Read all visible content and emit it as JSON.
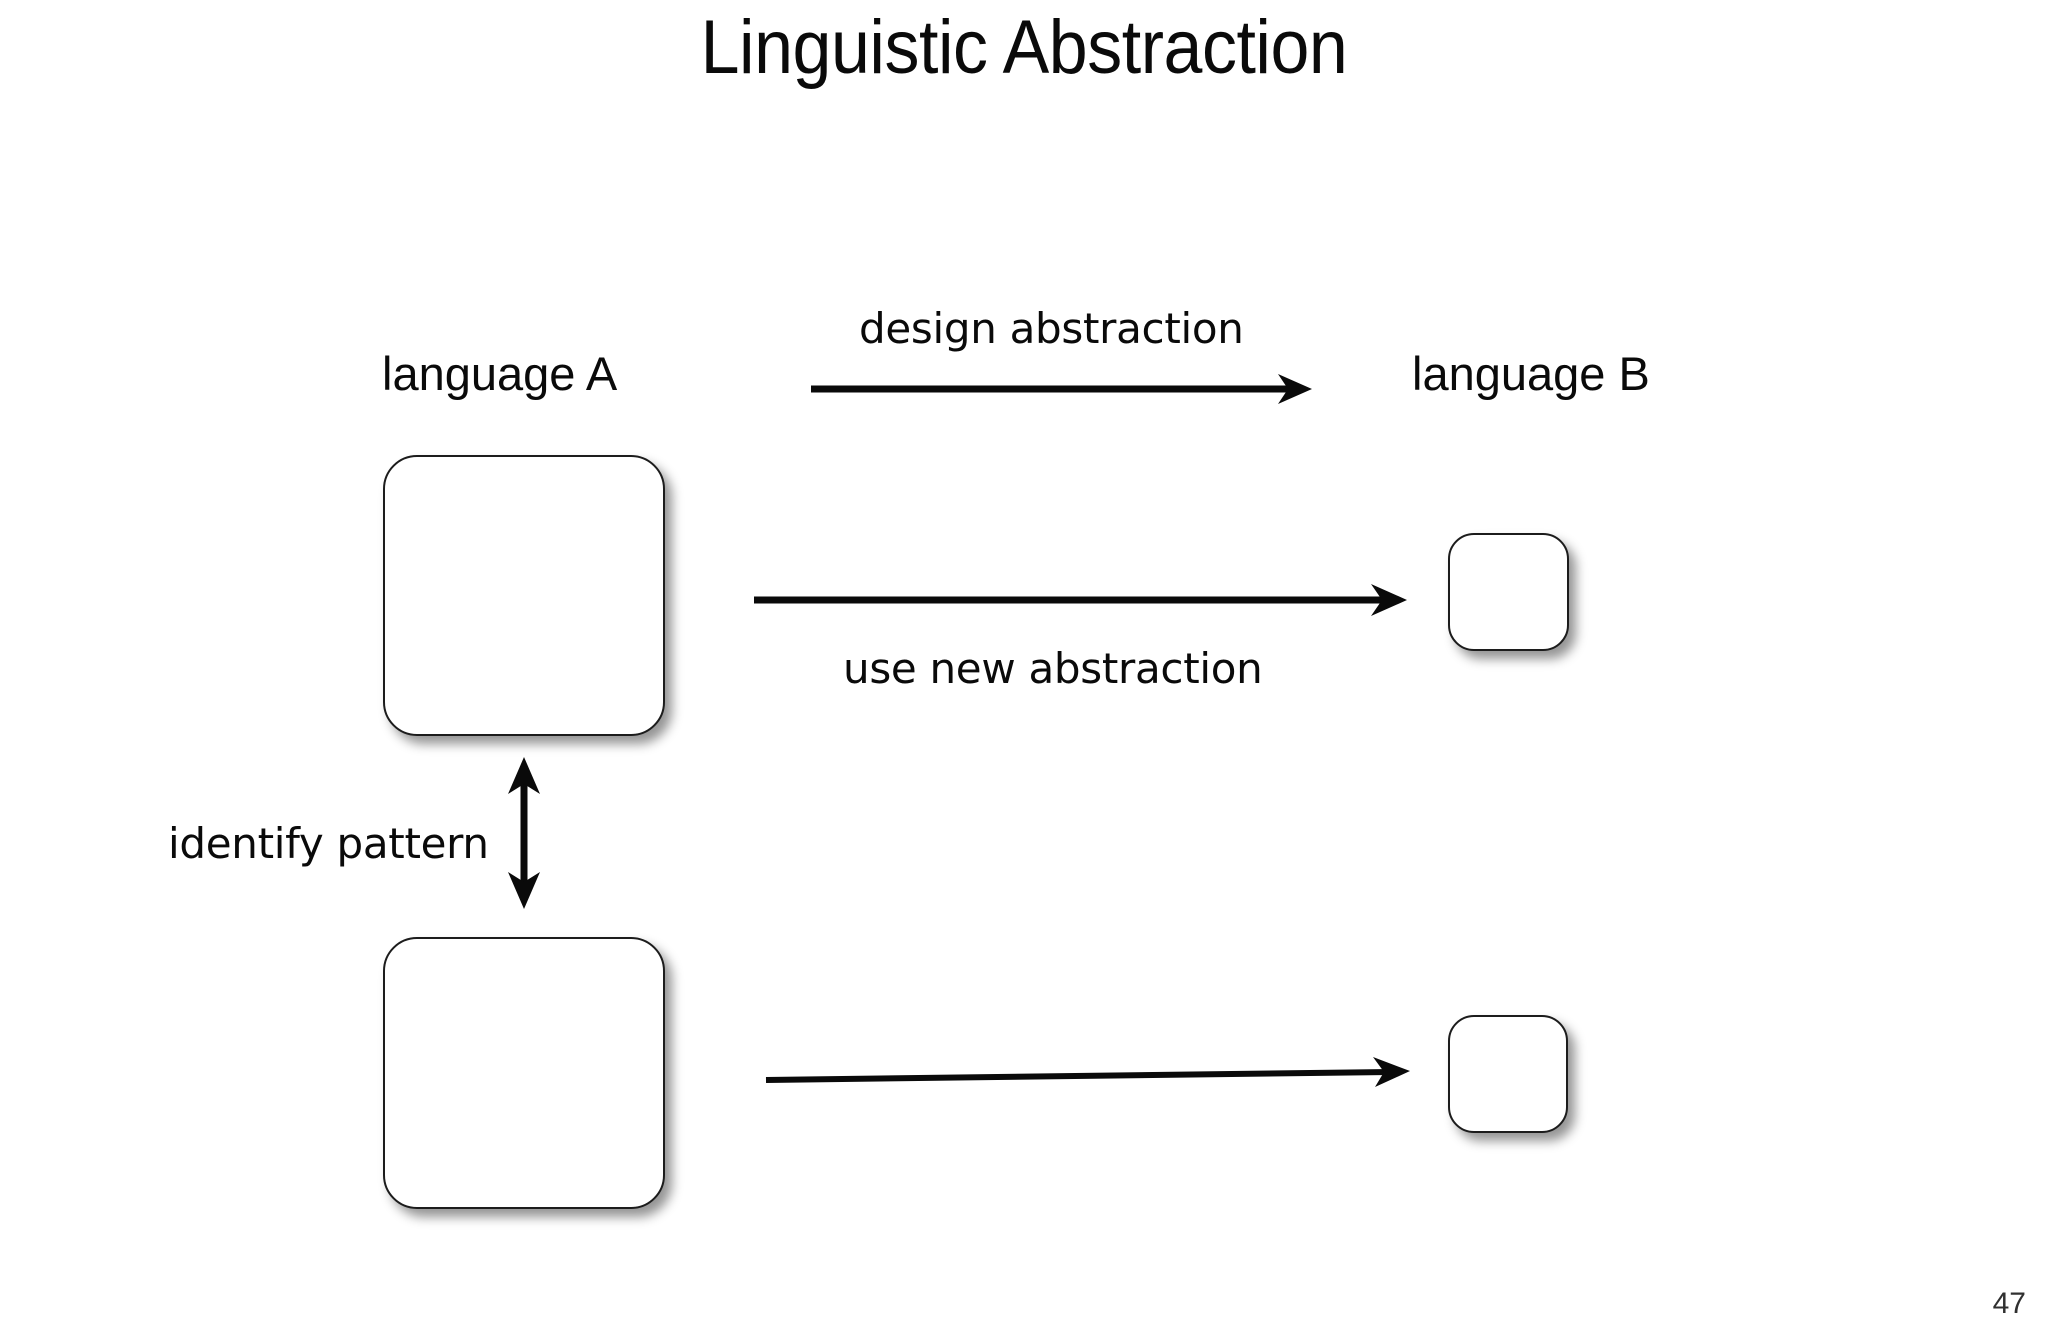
{
  "slide": {
    "title": "Linguistic Abstraction",
    "page_number": "47",
    "background_color": "#ffffff",
    "ink_color": "#0a0a0a"
  },
  "diagram": {
    "columns": [
      {
        "id": "language-a",
        "label": "language A"
      },
      {
        "id": "language-b",
        "label": "language B"
      }
    ],
    "nodes": [
      {
        "id": "box-a-top",
        "column": "language-a",
        "row": "top",
        "shape": "rounded-rectangle",
        "size": "large",
        "fill": "#ffffff",
        "stroke": "#1c1c1c",
        "text": ""
      },
      {
        "id": "box-b-top",
        "column": "language-b",
        "row": "top",
        "shape": "rounded-rectangle",
        "size": "small",
        "fill": "#ffffff",
        "stroke": "#1c1c1c",
        "text": ""
      },
      {
        "id": "box-a-bottom",
        "column": "language-a",
        "row": "bottom",
        "shape": "rounded-rectangle",
        "size": "large",
        "fill": "#ffffff",
        "stroke": "#1c1c1c",
        "text": ""
      },
      {
        "id": "box-b-bottom",
        "column": "language-b",
        "row": "bottom",
        "shape": "rounded-rectangle",
        "size": "small",
        "fill": "#ffffff",
        "stroke": "#1c1c1c",
        "text": ""
      }
    ],
    "edges": [
      {
        "id": "edge-design-abstraction",
        "label": "design abstraction",
        "from": "language-a",
        "to": "language-b",
        "direction": "right",
        "heads": "single",
        "label_position": "above"
      },
      {
        "id": "edge-use-new-abstraction",
        "label": "use new abstraction",
        "from": "box-a-top",
        "to": "box-b-top",
        "direction": "right",
        "heads": "single",
        "label_position": "below"
      },
      {
        "id": "edge-identify-pattern",
        "label": "identify pattern",
        "from": "box-a-top",
        "to": "box-a-bottom",
        "direction": "vertical",
        "heads": "double",
        "label_position": "left"
      },
      {
        "id": "edge-bottom-unlabeled",
        "label": "",
        "from": "box-a-bottom",
        "to": "box-b-bottom",
        "direction": "right",
        "heads": "single",
        "label_position": "none"
      }
    ]
  }
}
